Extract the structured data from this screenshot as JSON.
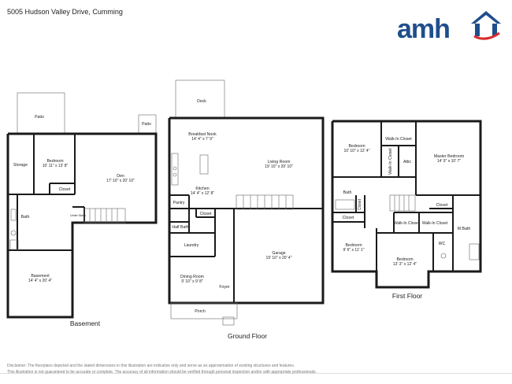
{
  "header": {
    "address": "5005 Hudson Valley Drive, Cumming",
    "logo_text": "amh",
    "logo_color": "#1f4e8c",
    "logo_roof_color": "#d62d2d"
  },
  "floors": {
    "basement": {
      "title": "Basement",
      "rooms": [
        {
          "name": "Patio",
          "dims": ""
        },
        {
          "name": "Patio",
          "dims": ""
        },
        {
          "name": "Bedroom",
          "dims": "10' 11\" x 13' 8\""
        },
        {
          "name": "Den",
          "dims": "17' 10\" x 20' 10\""
        },
        {
          "name": "Storage",
          "dims": ""
        },
        {
          "name": "Closet",
          "dims": ""
        },
        {
          "name": "Bath",
          "dims": ""
        },
        {
          "name": "Under Stairs",
          "dims": ""
        },
        {
          "name": "Basement",
          "dims": "14' 4\" x 20' 4\""
        }
      ]
    },
    "ground": {
      "title": "Ground Floor",
      "rooms": [
        {
          "name": "Deck",
          "dims": ""
        },
        {
          "name": "Breakfast Nook",
          "dims": "14' 4\" x 7' 9\""
        },
        {
          "name": "Living Room",
          "dims": "19' 10\" x 20' 10\""
        },
        {
          "name": "Kitchen",
          "dims": "14' 4\" x 12' 8\""
        },
        {
          "name": "Pantry",
          "dims": ""
        },
        {
          "name": "Closet",
          "dims": ""
        },
        {
          "name": "Half Bath",
          "dims": ""
        },
        {
          "name": "Laundry",
          "dims": ""
        },
        {
          "name": "Garage",
          "dims": "19' 10\" x 20' 4\""
        },
        {
          "name": "Dining Room",
          "dims": "9' 10\" x 9' 8\""
        },
        {
          "name": "Foyer",
          "dims": ""
        },
        {
          "name": "Porch",
          "dims": ""
        }
      ]
    },
    "first": {
      "title": "First Floor",
      "rooms": [
        {
          "name": "Bedroom",
          "dims": "10' 10\" x 12' 4\""
        },
        {
          "name": "Walk-In Closet",
          "dims": ""
        },
        {
          "name": "Master Bedroom",
          "dims": "14' 9\" x 10' 7\""
        },
        {
          "name": "Walk-In Closet",
          "dims": ""
        },
        {
          "name": "Attic",
          "dims": ""
        },
        {
          "name": "Bath",
          "dims": ""
        },
        {
          "name": "Closet",
          "dims": ""
        },
        {
          "name": "Closet",
          "dims": ""
        },
        {
          "name": "Closet",
          "dims": ""
        },
        {
          "name": "Walk-In Closet",
          "dims": ""
        },
        {
          "name": "Walk-In Closet",
          "dims": ""
        },
        {
          "name": "M.Bath",
          "dims": ""
        },
        {
          "name": "Bedroom",
          "dims": "9' 6\" x 11' 1\""
        },
        {
          "name": "WC",
          "dims": ""
        },
        {
          "name": "Bedroom",
          "dims": "13' 3\" x 12' 4\""
        }
      ]
    }
  },
  "disclaimer": {
    "line1": "Disclaimer: The floorplans depicted and the stated dimensions in this illustration are indicative only and serve as an approximation of existing structures and features.",
    "line2": "This illustration is not guaranteed to be accurate or complete. The accuracy of all information should be verified through personal inspection and/or with appropriate professionals."
  }
}
